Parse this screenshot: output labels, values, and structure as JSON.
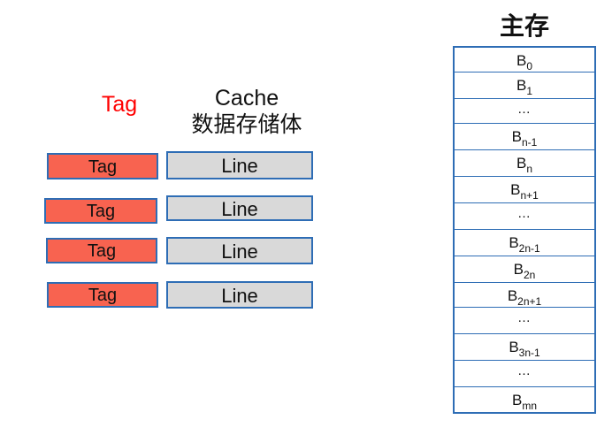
{
  "cache": {
    "tag_heading": "Tag",
    "cache_heading_line1": "Cache",
    "cache_heading_line2": "数据存储体",
    "rows": [
      {
        "tag": "Tag",
        "line": "Line"
      },
      {
        "tag": "Tag",
        "line": "Line"
      },
      {
        "tag": "Tag",
        "line": "Line"
      },
      {
        "tag": "Tag",
        "line": "Line"
      }
    ]
  },
  "memory": {
    "title": "主存",
    "blocks": [
      {
        "base": "B",
        "sub": "0"
      },
      {
        "base": "B",
        "sub": "1"
      },
      {
        "base": "…",
        "sub": ""
      },
      {
        "base": "B",
        "sub": "n-1"
      },
      {
        "base": "B",
        "sub": "n"
      },
      {
        "base": "B",
        "sub": "n+1"
      },
      {
        "base": "…",
        "sub": ""
      },
      {
        "base": "B",
        "sub": "2n-1"
      },
      {
        "base": "B",
        "sub": "2n"
      },
      {
        "base": "B",
        "sub": "2n+1"
      },
      {
        "base": "…",
        "sub": ""
      },
      {
        "base": "B",
        "sub": "3n-1"
      },
      {
        "base": "…",
        "sub": ""
      },
      {
        "base": "B",
        "sub": "mn"
      }
    ]
  },
  "colors": {
    "tag_fill": "#f86350",
    "line_fill": "#d9d9d9",
    "border": "#2e6db5",
    "tag_heading": "#ff0000"
  }
}
